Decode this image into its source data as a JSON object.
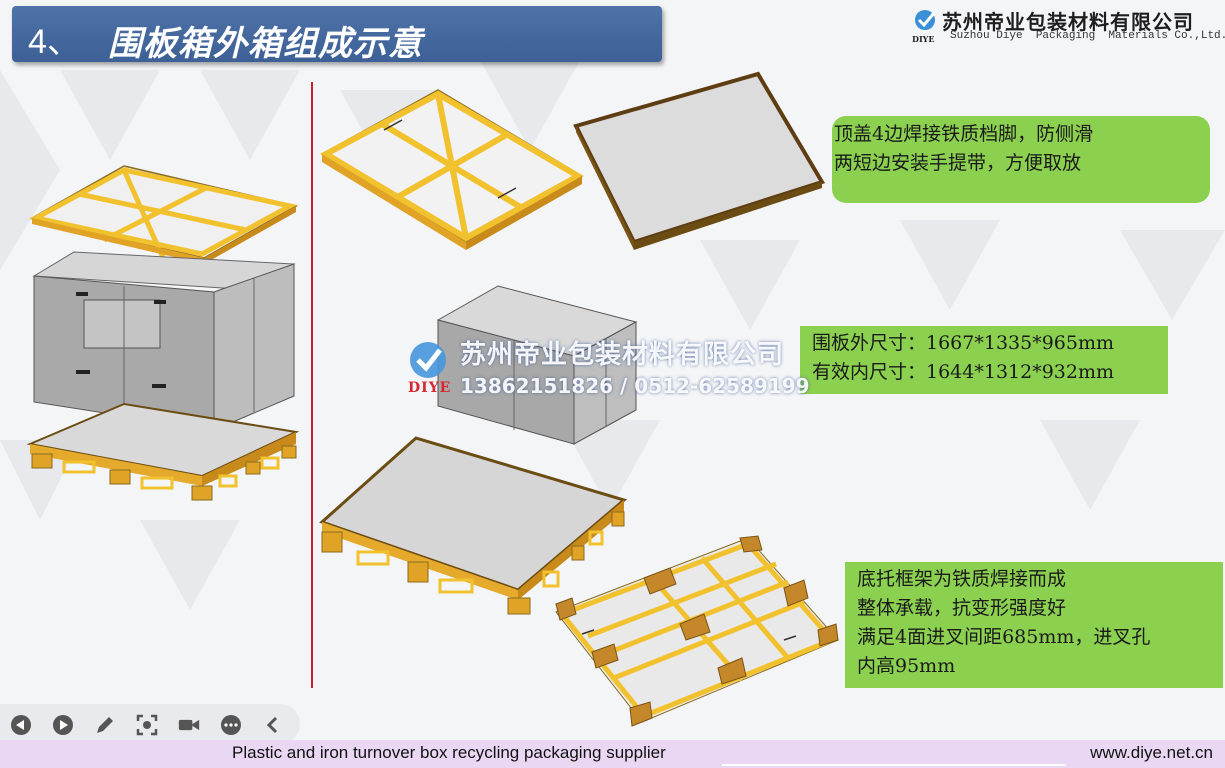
{
  "slide": {
    "title_number": "4、",
    "title": "围板箱外箱组成示意"
  },
  "brand": {
    "company_cn": "苏州帝业包装材料有限公司",
    "company_en": "Suzhou Diye  Packaging  Materials Co.,Ltd.",
    "logo_text": "DIYE"
  },
  "notes": {
    "lid": [
      "顶盖4边焊接铁质档脚，防侧滑",
      "两短边安装手提带，方便取放"
    ],
    "sleeve": [
      "围板外尺寸：1667*1335*965mm",
      "有效内尺寸：1644*1312*932mm"
    ],
    "pallet": [
      "底托框架为铁质焊接而成",
      "整体承载，抗变形强度好",
      "满足4面进叉间距685mm，进叉孔",
      "内高95mm"
    ]
  },
  "watermark": {
    "company": "苏州帝业包装材料有限公司",
    "phone": "13862151826 / 0512-62589199",
    "logo_text": "DIYE"
  },
  "player_controls": [
    "prev-icon",
    "play-icon",
    "pen-icon",
    "focus-icon",
    "camera-icon",
    "more-icon",
    "collapse-icon"
  ],
  "footer": {
    "left": "Plastic and iron turnover box recycling packaging supplier",
    "right": "www.diye.net.cn"
  },
  "colors": {
    "title_bar": "#4a6ea3",
    "note_green": "#8bd04f",
    "frame_yellow": "#f2c12e",
    "frame_edge": "#a0701a",
    "divider_red": "#c8202e",
    "footer_bg": "#e9d7f4"
  }
}
